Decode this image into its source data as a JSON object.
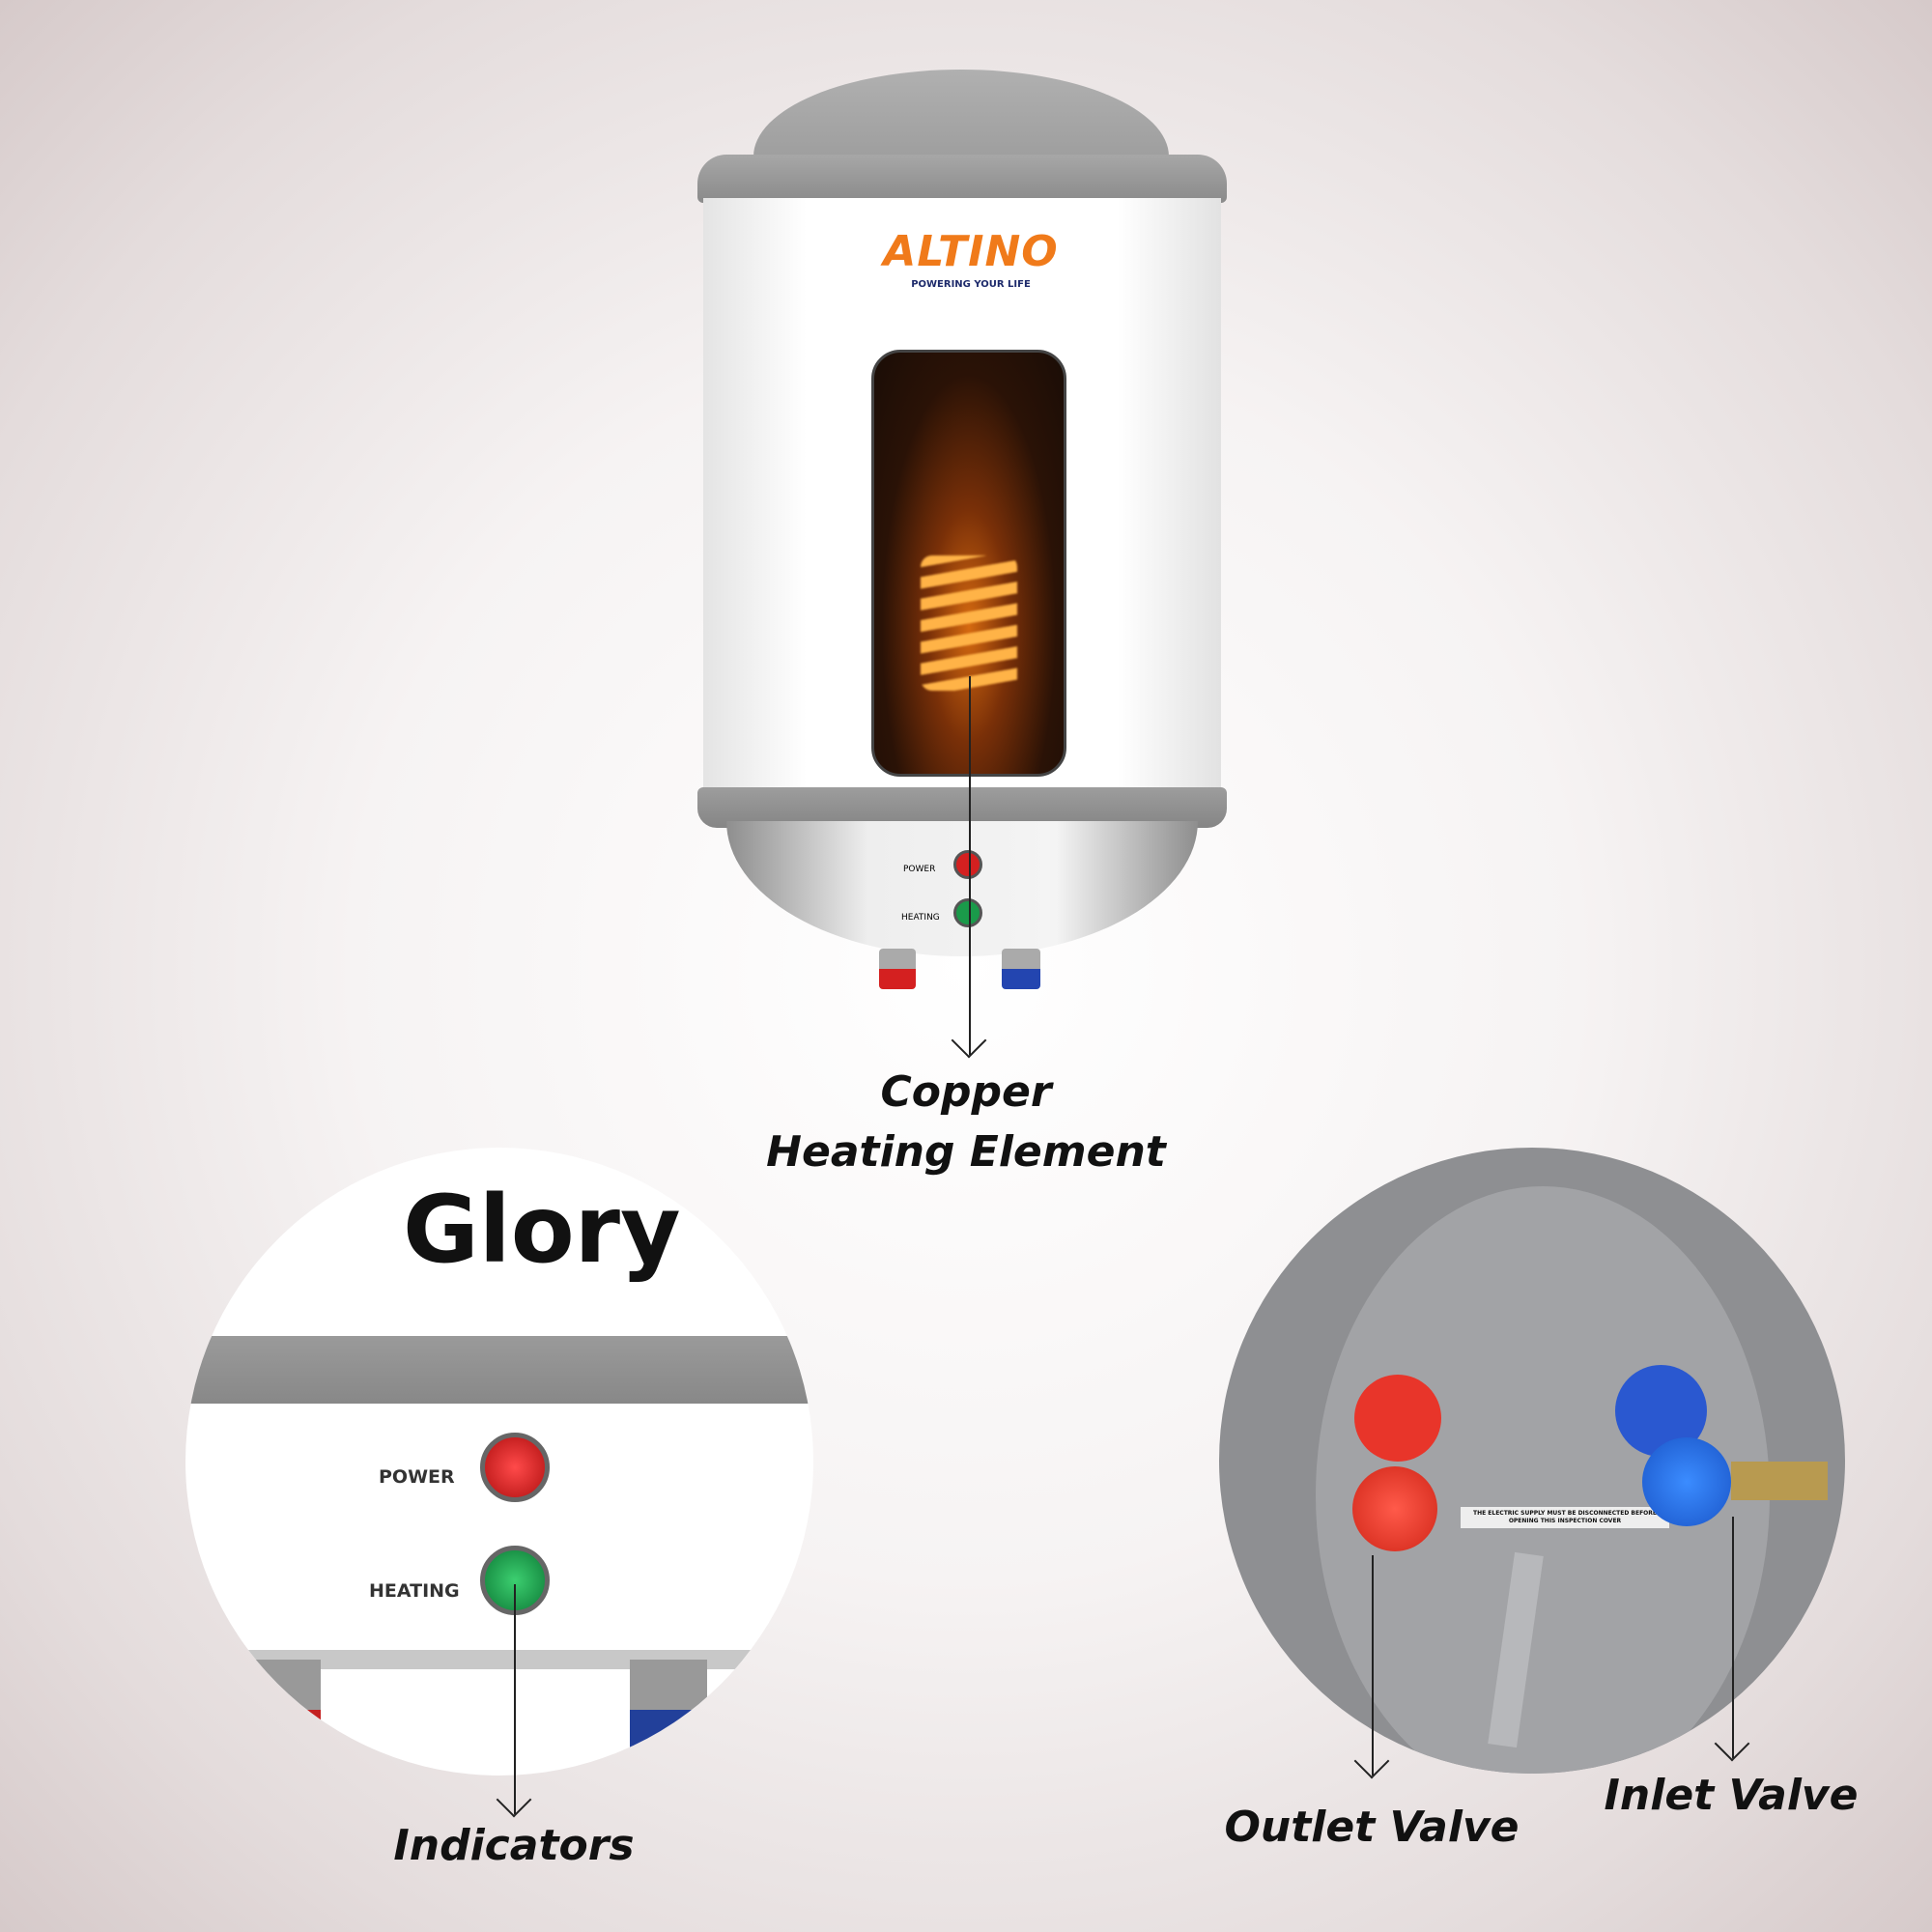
{
  "brand": {
    "name": "ALTINO",
    "tagline": "POWERING YOUR LIFE",
    "color": "#f07a1a",
    "tagline_color": "#1d2a6b"
  },
  "heater": {
    "panel_labels": [
      "POWER",
      "HEATING"
    ]
  },
  "callouts": {
    "heating_element": {
      "line1": "Copper",
      "line2": "Heating Element"
    },
    "indicators": "Indicators",
    "outlet": "Outlet Valve",
    "inlet": "Inlet Valve"
  },
  "detail_left": {
    "model": "Glory",
    "power_label": "POWER",
    "heating_label": "HEATING",
    "power_color": "#d42020",
    "heating_color": "#1a9a4a"
  },
  "detail_right": {
    "sticker": "THE ELECTRIC SUPPLY MUST BE DISCONNECTED BEFORE OPENING THIS INSPECTION COVER",
    "outlet_color": "#e8352a",
    "inlet_color": "#2a6fe0"
  }
}
